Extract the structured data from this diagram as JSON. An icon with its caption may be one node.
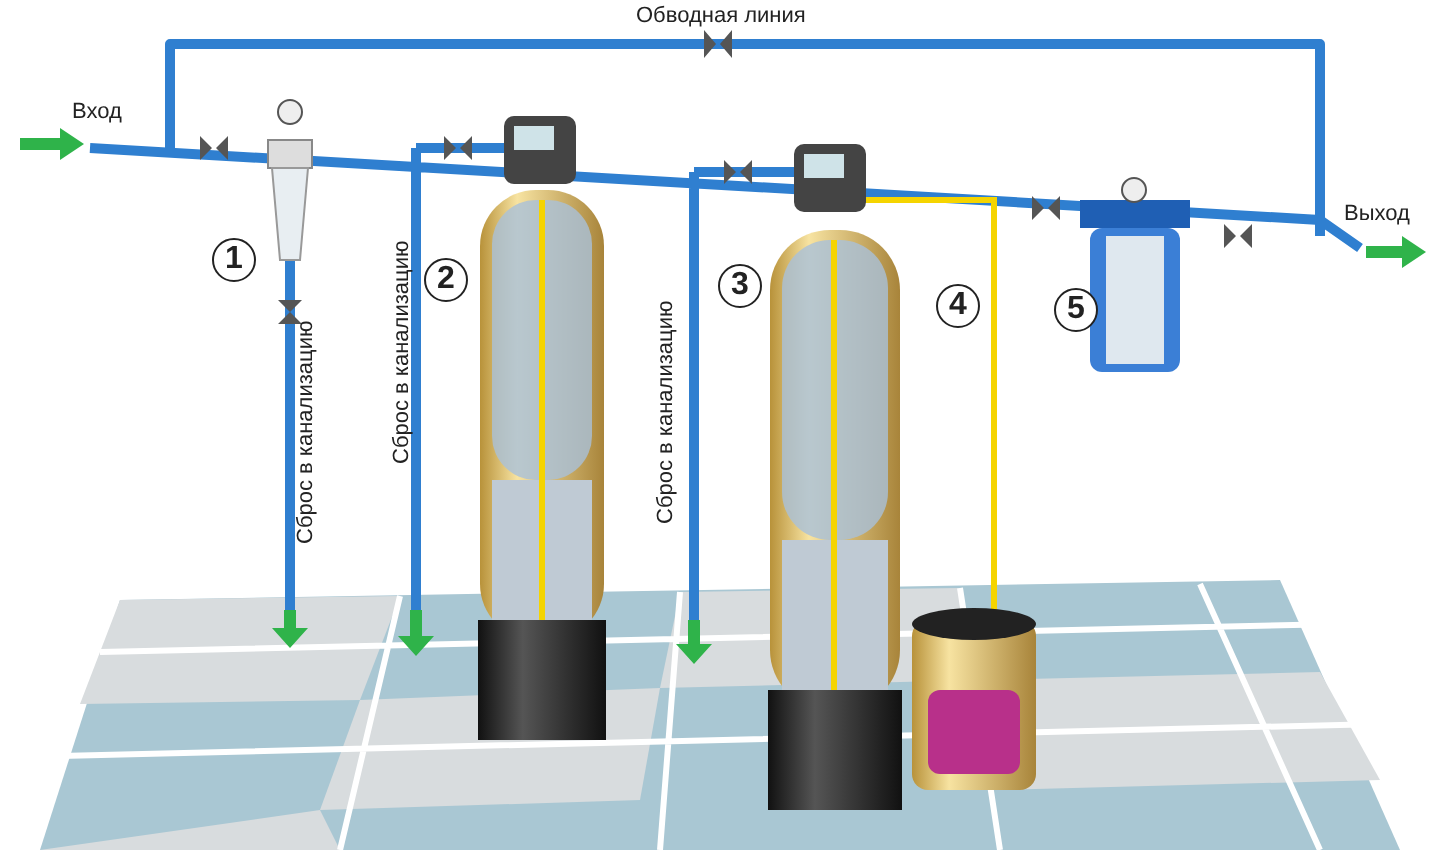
{
  "diagram": {
    "nodes": [
      {
        "text": [
          "1"
        ]
      },
      {
        "text": [
          "2"
        ]
      },
      {
        "text": [
          "3"
        ]
      },
      {
        "text": [
          "4"
        ]
      },
      {
        "text": [
          "5"
        ]
      }
    ],
    "labels": [
      "Обводная линия",
      "Вход",
      "Выход",
      "Сброс в канализацию",
      "Сброс в канализацию",
      "Сброс в канализацию"
    ]
  }
}
